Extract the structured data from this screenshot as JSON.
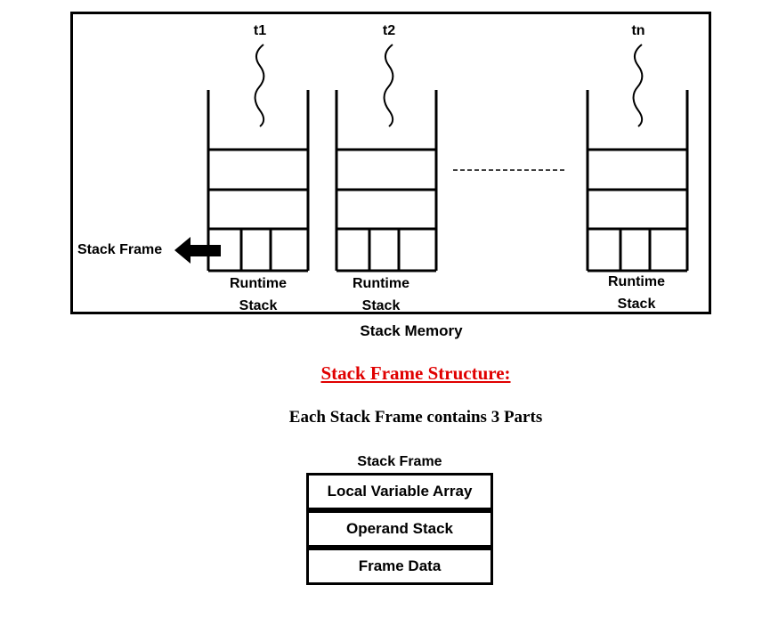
{
  "threads": [
    "t1",
    "t2",
    "tn"
  ],
  "stack_frame_label": "Stack Frame",
  "runtime_stack_labels": [
    {
      "line1": "Runtime",
      "line2": "Stack"
    },
    {
      "line1": "Runtime",
      "line2": "Stack"
    },
    {
      "line1": "Runtime",
      "line2": "Stack"
    }
  ],
  "stack_memory_label": "Stack Memory",
  "structure_title": "Stack Frame Structure:",
  "structure_subtitle": "Each Stack Frame contains 3 Parts",
  "frame_box_title": "Stack Frame",
  "frame_parts": [
    "Local Variable Array",
    "Operand Stack",
    "Frame Data"
  ]
}
